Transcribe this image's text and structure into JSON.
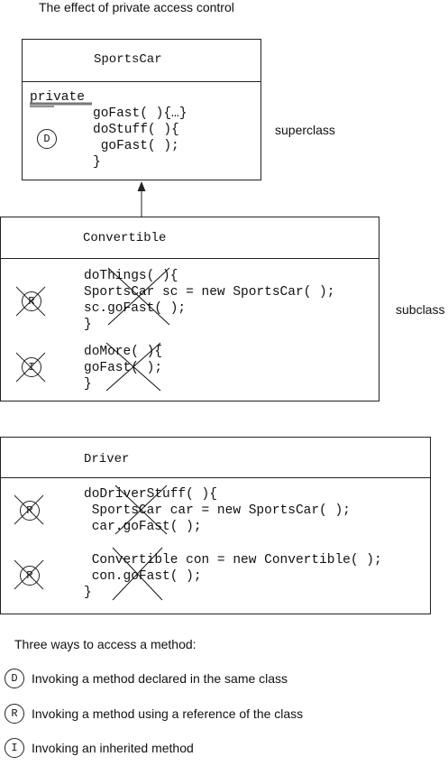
{
  "title": "The effect of private access control",
  "sportscar": {
    "name": "SportsCar",
    "private_keyword": "private",
    "lines": [
      "goFast( ){…}",
      "doStuff( ){",
      " goFast( );",
      "}"
    ],
    "marker": "D",
    "side_label": "superclass"
  },
  "convertible": {
    "name": "Convertible",
    "lines": [
      "doThings( ){",
      "SportsCar sc = new SportsCar( );",
      "sc.goFast( );",
      "}",
      "doMore( ){",
      "goFast( );",
      "}"
    ],
    "markers": [
      "R",
      "I"
    ],
    "side_label": "subclass"
  },
  "driver": {
    "name": "Driver",
    "lines": [
      "doDriverStuff( ){",
      " SportsCar car = new SportsCar( );",
      " car.goFast( );",
      "",
      " Convertible con = new Convertible( );",
      " con.goFast( );",
      "}"
    ],
    "markers": [
      "R",
      "R"
    ]
  },
  "legend": {
    "heading": "Three ways to access a method:",
    "items": [
      {
        "symbol": "D",
        "text": "Invoking a method declared in the same class"
      },
      {
        "symbol": "R",
        "text": "Invoking a method using a reference of the class"
      },
      {
        "symbol": "I",
        "text": "Invoking an inherited method"
      }
    ]
  }
}
